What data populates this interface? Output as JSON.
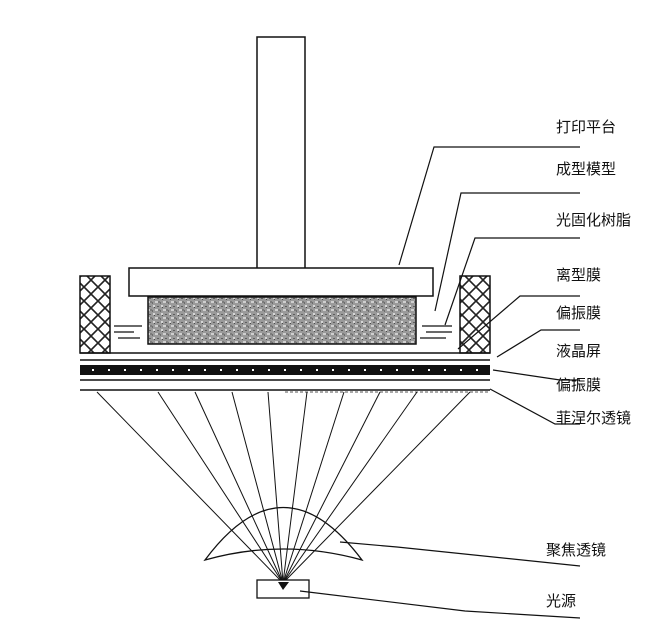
{
  "labels": {
    "print_platform": "打印平台",
    "model": "成型模型",
    "resin": "光固化树脂",
    "release_film": "离型膜",
    "polarizer_top": "偏振膜",
    "lcd": "液晶屏",
    "polarizer_bottom": "偏振膜",
    "fresnel": "菲涅尔透镜",
    "condenser": "聚焦透镜",
    "light_source": "光源"
  }
}
